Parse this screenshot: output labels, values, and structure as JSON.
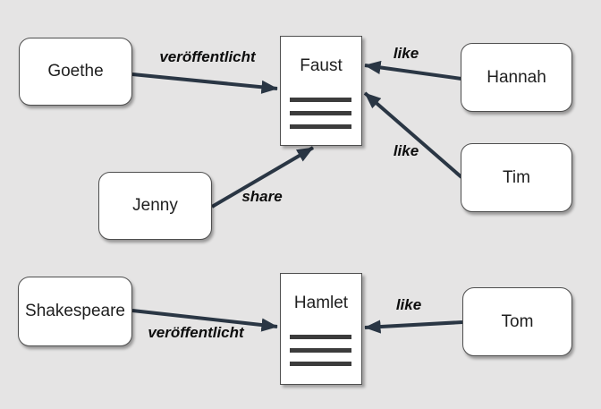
{
  "diagram": {
    "background_color": "#e5e4e4",
    "arrow_color": "#2a3644",
    "node_fill_color": "#ffffff",
    "node_border_color": "#4f4f4f",
    "text_color": "#1f1f1f",
    "persons": [
      {
        "label": "Goethe"
      },
      {
        "label": "Jenny"
      },
      {
        "label": "Shakespeare"
      },
      {
        "label": "Hannah"
      },
      {
        "label": "Tim"
      },
      {
        "label": "Tom"
      }
    ],
    "documents": [
      {
        "title": "Faust"
      },
      {
        "title": "Hamlet"
      }
    ],
    "edges": [
      {
        "from": "Goethe",
        "to": "Faust",
        "label": "veröffentlicht"
      },
      {
        "from": "Jenny",
        "to": "Faust",
        "label": "share"
      },
      {
        "from": "Hannah",
        "to": "Faust",
        "label": "like"
      },
      {
        "from": "Tim",
        "to": "Faust",
        "label": "like"
      },
      {
        "from": "Shakespeare",
        "to": "Hamlet",
        "label": "veröffentlicht"
      },
      {
        "from": "Tom",
        "to": "Hamlet",
        "label": "like"
      }
    ]
  }
}
